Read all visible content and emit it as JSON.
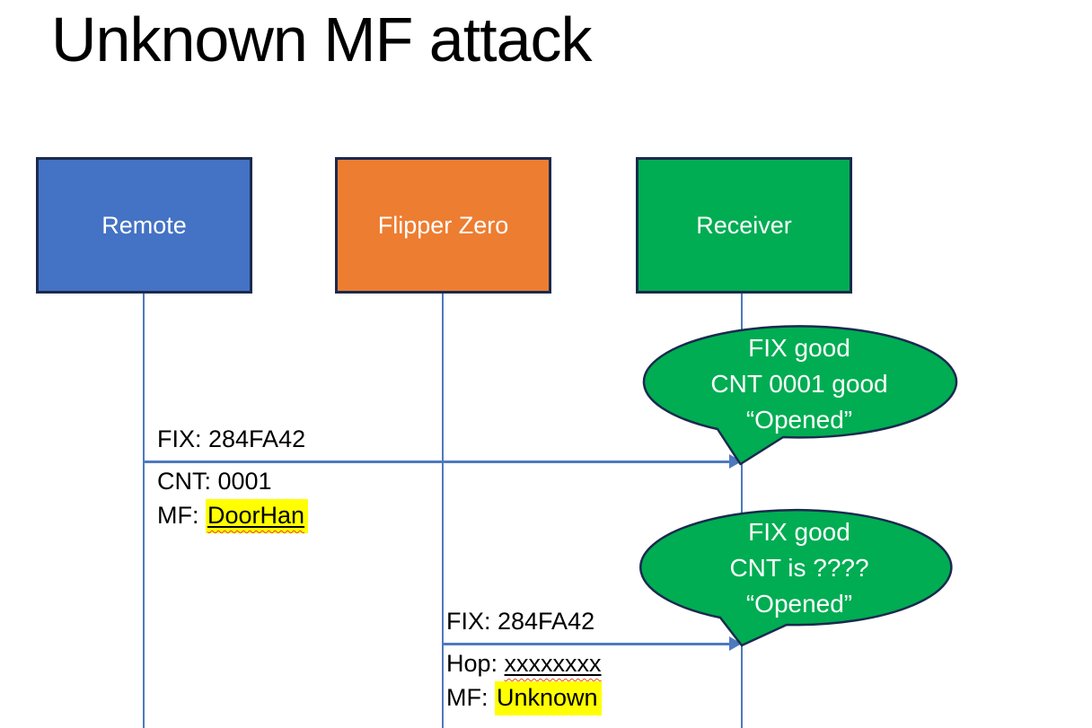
{
  "title": "Unknown MF attack",
  "colors": {
    "actor_remote_fill": "#4472C4",
    "actor_flipper_fill": "#ED7D31",
    "actor_receiver_fill": "#00AD52",
    "callout_fill": "#00AD52",
    "shape_outline": "#1B2A4E",
    "connector_blue": "#4E79BE",
    "highlight_yellow": "#FFFF00",
    "spellcheck_red": "#E8442C",
    "label_text": "#000000",
    "box_text": "#FFFFFF"
  },
  "actors": [
    {
      "id": "remote",
      "label": "Remote"
    },
    {
      "id": "flipper",
      "label": "Flipper Zero"
    },
    {
      "id": "receiver",
      "label": "Receiver"
    }
  ],
  "messages": [
    {
      "from": "remote",
      "to": "receiver",
      "above": {
        "text": "FIX: 284FA42"
      },
      "below": [
        {
          "text": "CNT: 0001"
        },
        {
          "prefix": "MF: ",
          "value": "DoorHan",
          "highlight": true,
          "underline": true,
          "spellcheck": true
        }
      ]
    },
    {
      "from": "flipper",
      "to": "receiver",
      "above": {
        "text": "FIX: 284FA42"
      },
      "below": [
        {
          "prefix": "Hop: ",
          "value": "xxxxxxxx",
          "highlight": false,
          "underline": true,
          "spellcheck": true
        },
        {
          "prefix": "MF: ",
          "value": "Unknown",
          "highlight": true,
          "underline": false,
          "spellcheck": false
        }
      ]
    }
  ],
  "callouts": [
    {
      "target": "receiver",
      "lines": [
        "FIX good",
        "CNT 0001 good",
        "“Opened”"
      ]
    },
    {
      "target": "receiver",
      "lines": [
        "FIX good",
        "CNT is ????",
        "“Opened”"
      ]
    }
  ]
}
